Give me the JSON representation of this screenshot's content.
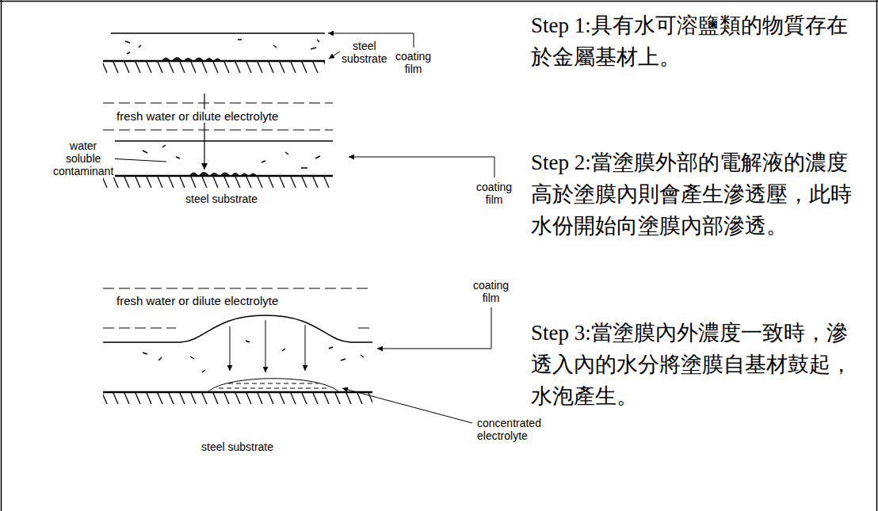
{
  "diagram": {
    "labels": [
      "steel substrate",
      "coating film",
      "Step 1:具有水可溶鹽類的物質存在於金屬基材上。",
      "fresh water or dilute electrolyte",
      "water soluble contaminant",
      "coating film",
      "steel substrate",
      "Step 2:當塗膜外部的電解液的濃度高於塗膜內則會產生滲透壓，此時水份開始向塗膜內部滲透。",
      "coating film",
      "fresh water or dilute electrolyte",
      "concentrated electrolyte",
      "steel substrate",
      "Step 3:當塗膜內外濃度一致時，滲透入內的水分將塗膜自基材鼓起，水泡產生。"
    ]
  }
}
